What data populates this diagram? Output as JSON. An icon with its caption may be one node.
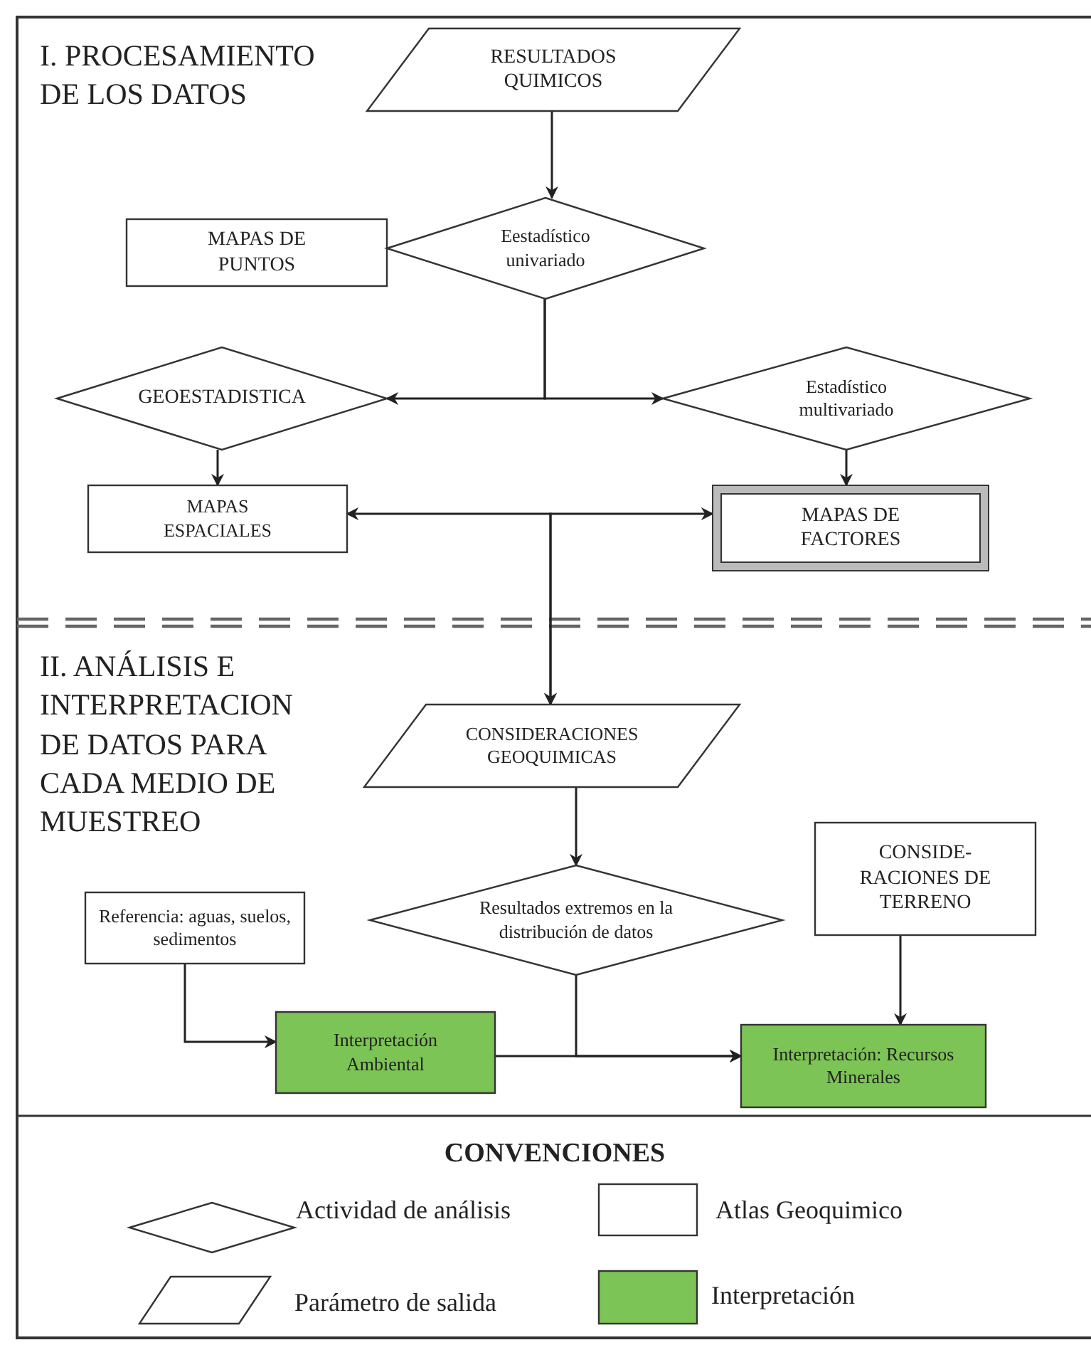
{
  "diagram": {
    "nodes": [
      {
        "text": [
          "RESULTADOS QUIMICOS"
        ]
      },
      {
        "text": [
          "MAPAS DE PUNTOS"
        ]
      },
      {
        "text": [
          "Eestadístico univariado"
        ]
      },
      {
        "text": [
          "GEOESTADISTICA"
        ]
      },
      {
        "text": [
          "Estadístico multivariado"
        ]
      },
      {
        "text": [
          "MAPAS ESPACIALES"
        ]
      },
      {
        "text": [
          "MAPAS DE FACTORES"
        ]
      },
      {
        "text": [
          "CONSIDERACIONES GEOQUIMICAS"
        ]
      },
      {
        "text": [
          "Referencia: aguas, suelos, sedimentos"
        ]
      },
      {
        "text": [
          "Resultados extremos en la distribución de datos"
        ]
      },
      {
        "text": [
          "CONSIDE- RACIONES DE TERRENO"
        ]
      },
      {
        "text": [
          "Interpretación Ambiental"
        ]
      },
      {
        "text": [
          "Interpretación: Recursos Minerales"
        ]
      }
    ],
    "edges": [
      {
        "from": 0,
        "to": 2,
        "arrow": "to"
      },
      {
        "from": 2,
        "to": 3,
        "arrow": "to"
      },
      {
        "from": 2,
        "to": 4,
        "arrow": "to"
      },
      {
        "from": 3,
        "to": 5,
        "arrow": "to"
      },
      {
        "from": 4,
        "to": 6,
        "arrow": "to"
      },
      {
        "from": 5,
        "to": 7,
        "arrow": "both"
      },
      {
        "from": 6,
        "to": 7,
        "arrow": "both"
      },
      {
        "from": 7,
        "to": 9,
        "arrow": "to"
      },
      {
        "from": 8,
        "to": 11,
        "arrow": "to"
      },
      {
        "from": 11,
        "to": 12,
        "arrow": "to"
      },
      {
        "from": 9,
        "to": 12,
        "arrow": "to"
      },
      {
        "from": 10,
        "to": 12,
        "arrow": "to"
      }
    ],
    "labels": [
      "I. PROCESAMIENTO DE LOS DATOS",
      "II. ANÁLISIS E INTERPRETACION DE DATOS PARA CADA MEDIO DE MUESTREO",
      "CONVENCIONES"
    ],
    "legend": [
      {
        "text": "Actividad de análisis"
      },
      {
        "text": "Atlas Geoquimico"
      },
      {
        "text": "Parámetro de salida"
      },
      {
        "text": "Interpretación",
        "color": "#7cc455"
      }
    ]
  }
}
